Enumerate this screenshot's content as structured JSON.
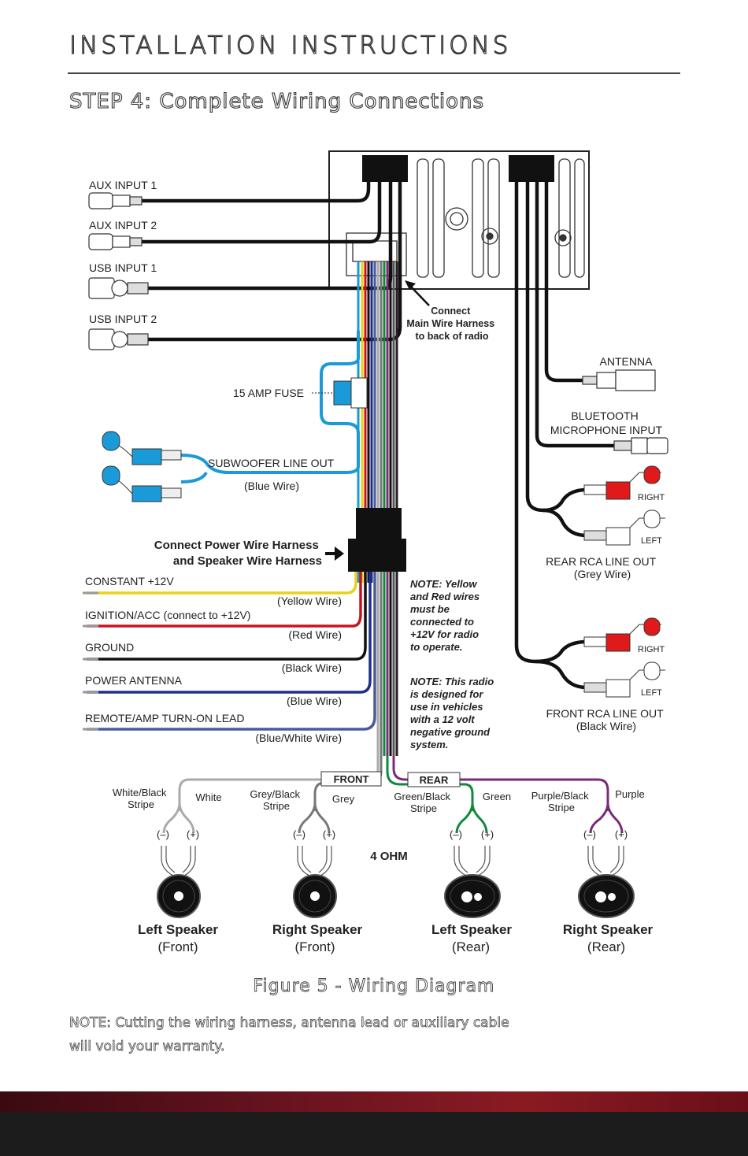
{
  "header": {
    "title": "INSTALLATION INSTRUCTIONS",
    "step": "STEP 4: Complete Wiring Connections"
  },
  "diagram": {
    "inputs": {
      "aux1": "AUX INPUT 1",
      "aux2": "AUX INPUT 2",
      "usb1": "USB INPUT 1",
      "usb2": "USB INPUT 2"
    },
    "connect_main": [
      "Connect",
      "Main Wire Harness",
      "to back of radio"
    ],
    "antenna": "ANTENNA",
    "bt_mic": [
      "BLUETOOTH",
      "MICROPHONE INPUT"
    ],
    "fuse": "15 AMP FUSE",
    "subwoofer": "SUBWOOFER LINE OUT",
    "subwoofer_wire": "(Blue Wire)",
    "rear_rca": [
      "REAR RCA LINE OUT",
      "(Grey Wire)"
    ],
    "front_rca": [
      "FRONT RCA LINE OUT",
      "(Black Wire)"
    ],
    "right": "RIGHT",
    "left": "LEFT",
    "connect_power": [
      "Connect Power Wire Harness",
      "and Speaker Wire Harness"
    ],
    "power_wires": [
      {
        "label": "CONSTANT +12V",
        "wire": "(Yellow Wire)",
        "color": "#e8d21a"
      },
      {
        "label": "IGNITION/ACC (connect to +12V)",
        "wire": "(Red Wire)",
        "color": "#c8141e"
      },
      {
        "label": "GROUND",
        "wire": "(Black Wire)",
        "color": "#111111"
      },
      {
        "label": "POWER ANTENNA",
        "wire": "(Blue Wire)",
        "color": "#1d2f8c"
      },
      {
        "label": "REMOTE/AMP TURN-ON LEAD",
        "wire": "(Blue/White Wire)",
        "color": "#4a5a9a"
      }
    ],
    "note1": [
      "NOTE: Yellow",
      "and Red wires",
      "must be",
      "connected to",
      "+12V for radio",
      "to operate."
    ],
    "note2": [
      "NOTE: This radio",
      "is designed for",
      "use in vehicles",
      "with a 12 volt",
      "negative ground",
      "system."
    ],
    "front_tag": "FRONT",
    "rear_tag": "REAR",
    "ohm": "4 OHM",
    "minus": "(–)",
    "plus": "(+)",
    "speakers": [
      {
        "stripe": [
          "White/Black",
          "Stripe"
        ],
        "solid": "White",
        "name": "Left Speaker",
        "pos": "(Front)",
        "color": "#aaaaaa"
      },
      {
        "stripe": [
          "Grey/Black",
          "Stripe"
        ],
        "solid": "Grey",
        "name": "Right Speaker",
        "pos": "(Front)",
        "color": "#888888"
      },
      {
        "stripe": [
          "Green/Black",
          "Stripe"
        ],
        "solid": "Green",
        "name": "Left Speaker",
        "pos": "(Rear)",
        "color": "#0f8a3a"
      },
      {
        "stripe": [
          "Purple/Black",
          "Stripe"
        ],
        "solid": "Purple",
        "name": "Right Speaker",
        "pos": "(Rear)",
        "color": "#7a2a7a"
      }
    ],
    "colors": {
      "subwoofer_blue": "#1a9ad6",
      "rca_red": "#e01a1a",
      "harness_black": "#111111"
    }
  },
  "caption": "Figure 5 - Wiring Diagram",
  "footer_note": [
    "NOTE: Cutting the wiring harness, antenna lead or auxiliary cable",
    "will void your warranty."
  ]
}
